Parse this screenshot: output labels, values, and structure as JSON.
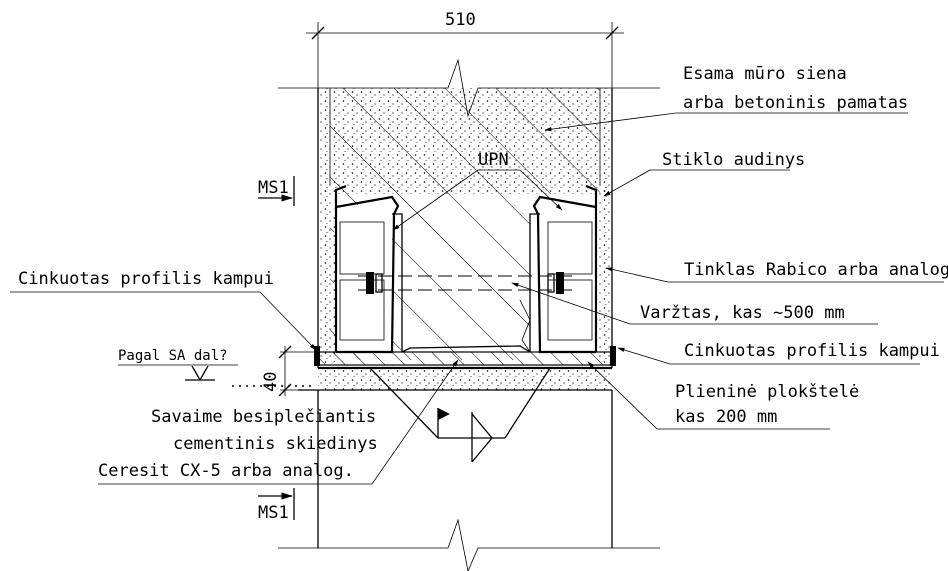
{
  "dimensions": {
    "width_label": "510",
    "height_label": "40"
  },
  "labels": {
    "wall": [
      "Esama mūro siena",
      "arba betoninis pamatas"
    ],
    "upn": "UPN",
    "glass_fabric": "Stiklo audinys",
    "ms1_top": "MS1",
    "ms1_bottom": "MS1",
    "corner_profile_left": "Cinkuotas profilis kampui",
    "mesh": "Tinklas Rabico arba analog.",
    "bolt": "Varžtas, kas ~500 mm",
    "corner_profile_right": "Cinkuotas profilis kampui",
    "level": "Pagal SA dal?",
    "steel_plate": [
      "Plieninė plokštelė",
      "kas 200 mm"
    ],
    "grout": [
      "Savaime besiplečiantis",
      "cementinis skiedinys",
      "Ceresit CX-5 arba analog."
    ]
  }
}
